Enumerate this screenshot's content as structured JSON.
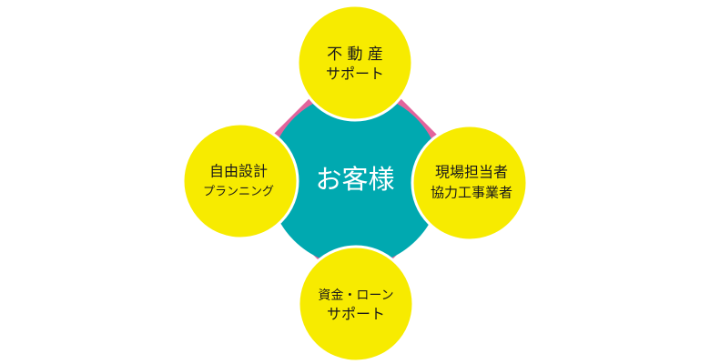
{
  "colors": {
    "ring": "#e2649c",
    "center": "#00a9b0",
    "node": "#f7eb00",
    "node_stroke": "#ffffff",
    "text_dark": "#1a1a1a",
    "text_light": "#ffffff"
  },
  "center": {
    "label": "お客様"
  },
  "nodes": {
    "top": {
      "line1": "不 動 産",
      "line2": "サポート"
    },
    "right": {
      "line1": "現場担当者",
      "line2": "協力工事業者"
    },
    "bottom": {
      "line1": "資金・ローン",
      "line2": "サポート"
    },
    "left": {
      "line1": "自由設計",
      "line2": "プランニング"
    }
  }
}
